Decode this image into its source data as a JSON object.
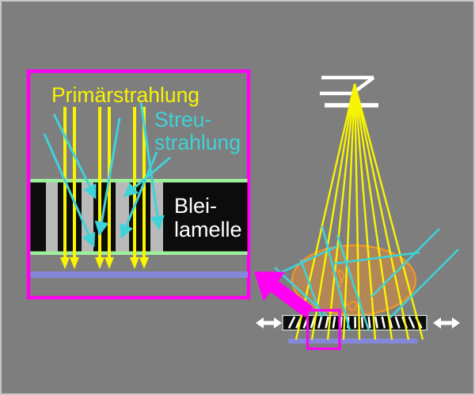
{
  "diagram": {
    "inset": {
      "primary_label": "Primärstrahlung",
      "scatter_label_line1": "Streu-",
      "scatter_label_line2": "strahlung",
      "lamella_label_line1": "Blei-",
      "lamella_label_line2": "lamelle"
    }
  },
  "colors": {
    "bg": "#7e7e7e",
    "yellow": "#f9f402",
    "cyan": "#3fd2d8",
    "magenta": "#ff00f2",
    "green": "#9cef9c",
    "purple": "#8787d9",
    "orange": "#e8962e",
    "orangefill": "rgba(222,140,55,0.55)",
    "white": "#ffffff",
    "black": "#0c0c0c",
    "slotgray": "#b9b9b9"
  }
}
